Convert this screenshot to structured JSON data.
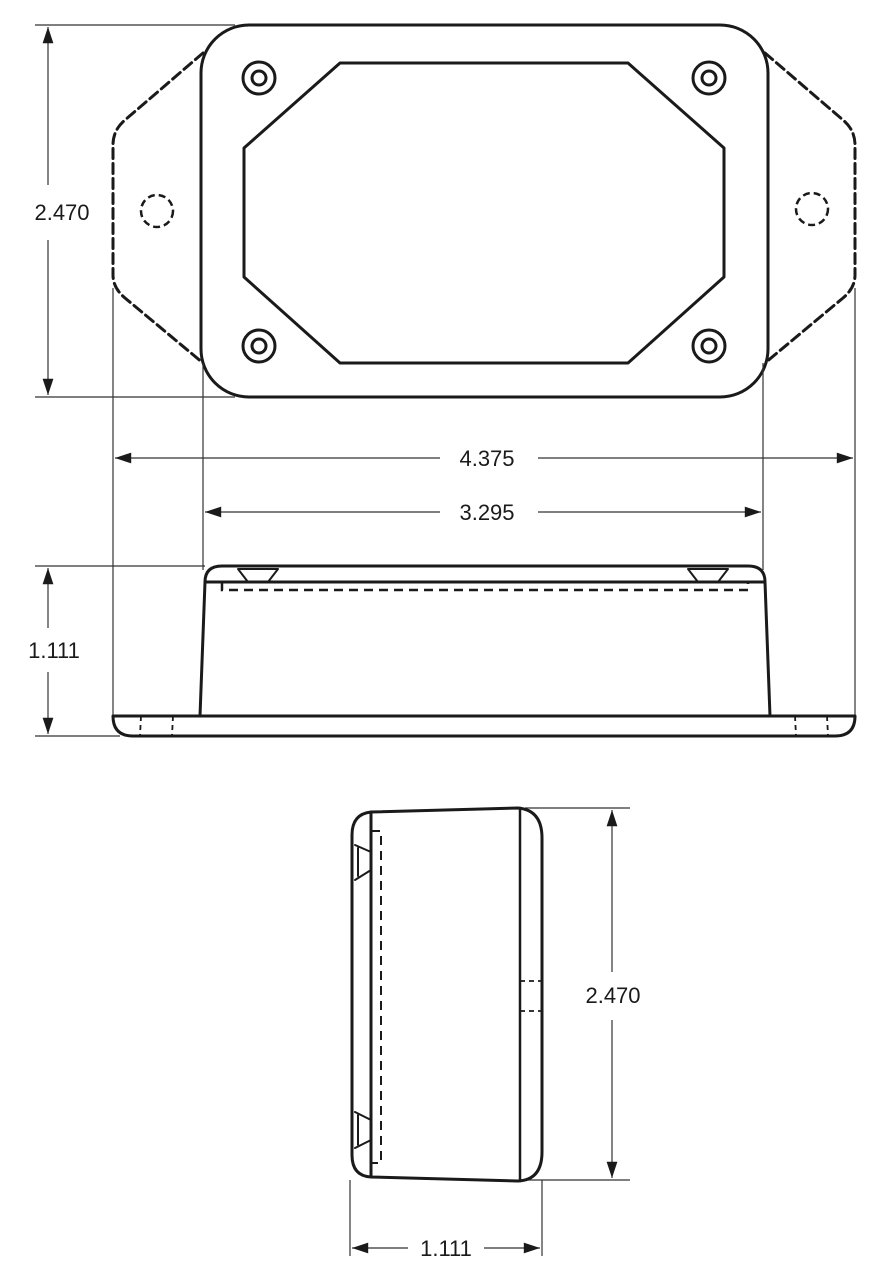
{
  "drawing": {
    "top_view": {
      "height_label": "2.470"
    },
    "widths": {
      "overall_label": "4.375",
      "body_label": "3.295"
    },
    "front_view": {
      "height_label": "1.111"
    },
    "side_view": {
      "height_label": "2.470",
      "depth_label": "1.111"
    },
    "line_color": "#1a1a1a"
  }
}
